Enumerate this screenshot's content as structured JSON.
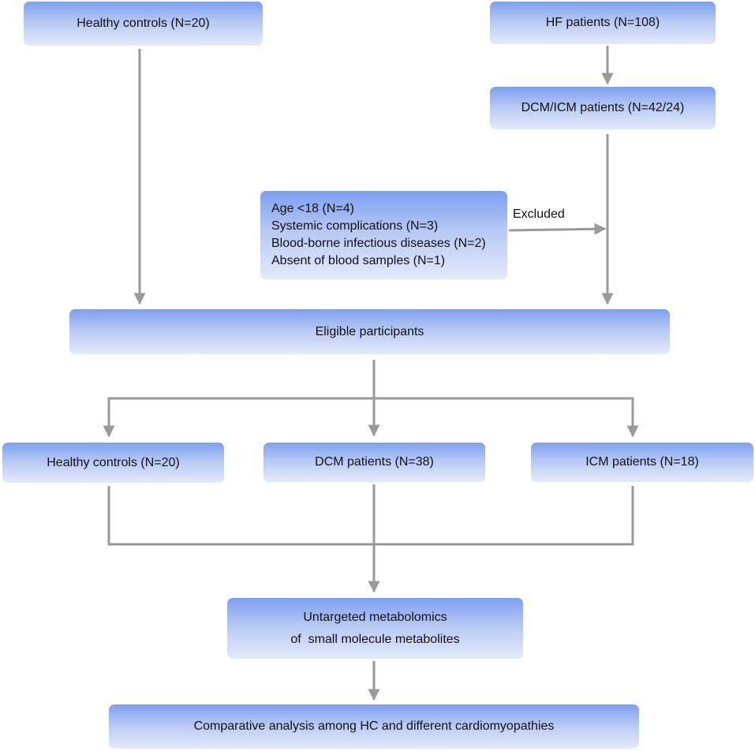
{
  "nodes": {
    "healthy_controls_top": "Healthy controls (N=20)",
    "hf_patients": "HF patients (N=108)",
    "dcm_icm_patients": "DCM/ICM patients (N=42/24)",
    "exclusions": [
      "Age <18 (N=4)",
      "Systemic complications (N=3)",
      "Blood-borne infectious diseases (N=2)",
      "Absent of blood samples (N=1)"
    ],
    "eligible": "Eligible participants",
    "healthy_controls_group": "Healthy controls (N=20)",
    "dcm_patients": "DCM patients (N=38)",
    "icm_patients": "ICM patients (N=18)",
    "metabolomics": [
      "Untargeted metabolomics",
      "of  small molecule metabolites"
    ],
    "comparative": "Comparative analysis among HC and different cardiomyopathies"
  },
  "edges": {
    "excluded_label": "Excluded"
  },
  "colors": {
    "box_top": "#7d9ff0",
    "box_bottom": "#e4eafa",
    "connector": "#9a9a9a"
  }
}
